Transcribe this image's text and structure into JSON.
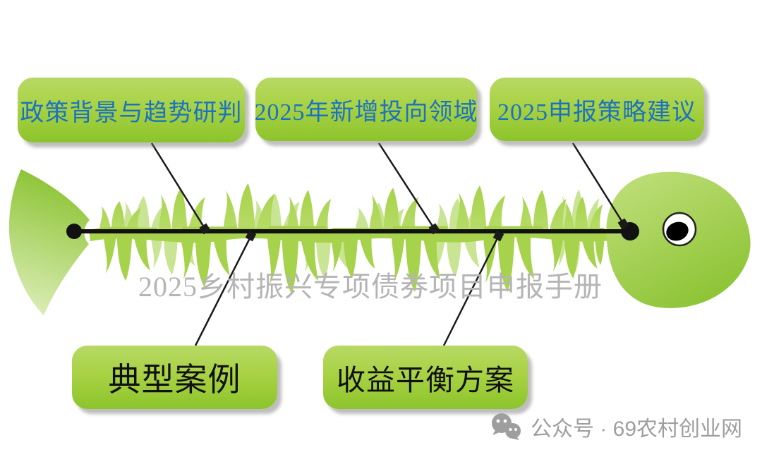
{
  "diagram": {
    "type": "fishbone",
    "watermark": "2025乡村振兴专项债券项目申报手册",
    "top_branches": [
      {
        "label": "政策背景与趋势研判"
      },
      {
        "label": "2025年新增投向领域"
      },
      {
        "label": "2025申报策略建议"
      }
    ],
    "bottom_branches": [
      {
        "label": "典型案例"
      },
      {
        "label": "收益平衡方案"
      }
    ]
  },
  "footer": {
    "icon": "wechat-icon",
    "account_label": "公众号 · 69农村创业网"
  },
  "colors": {
    "box_grad_top": "#b7d965",
    "box_grad_bottom": "#8cc42c",
    "branch_text_blue": "#1b72c1",
    "branch_text_black": "#111111",
    "bone_green": "#a7d24b",
    "bone_green_light": "#c9e593",
    "spine_color": "#111111",
    "watermark_gray": "#b5b5b5",
    "footer_gray": "#9e9e9e",
    "head_grad_light": "#c2e07e",
    "head_grad_dark": "#8fc537",
    "tail_grad_dark": "#8cc434",
    "tail_grad_light": "#e0efbe"
  }
}
